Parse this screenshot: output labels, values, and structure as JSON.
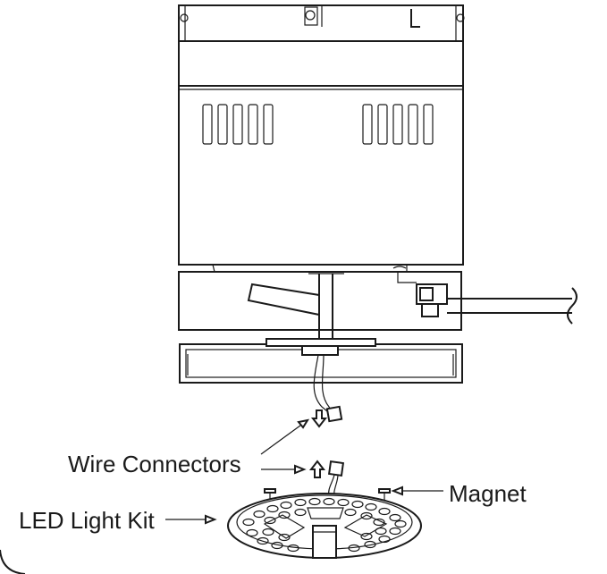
{
  "labels": {
    "wire_connectors": "Wire Connectors",
    "magnet": "Magnet",
    "led_light_kit": "LED Light Kit"
  },
  "colors": {
    "line": "#1a1a1a",
    "background": "#ffffff"
  }
}
